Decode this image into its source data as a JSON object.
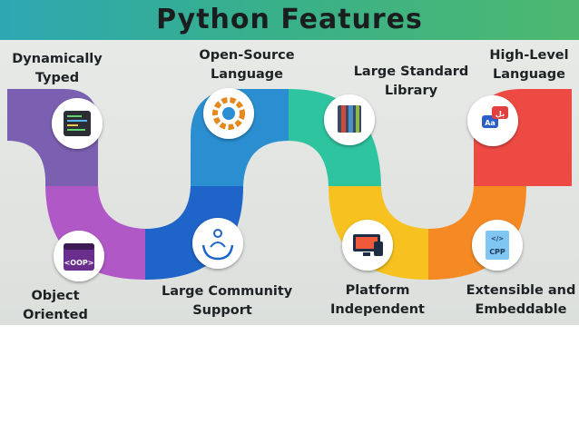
{
  "title": "Python Features",
  "features": [
    {
      "line1": "Dynamically",
      "line2": "Typed",
      "color": "#7b5fb0",
      "icon": "code-screen-icon"
    },
    {
      "line1": "Object",
      "line2": "Oriented",
      "color": "#b158c7",
      "icon": "oop-window-icon"
    },
    {
      "line1": "Open-Source",
      "line2": "Language",
      "color": "#2a8ed0",
      "icon": "gear-icon"
    },
    {
      "line1": "Large Community",
      "line2": "Support",
      "color": "#1f64c8",
      "icon": "community-hands-icon"
    },
    {
      "line1": "Large Standard",
      "line2": "Library",
      "color": "#2ec4a0",
      "icon": "books-icon"
    },
    {
      "line1": "Platform",
      "line2": "Independent",
      "color": "#f7c220",
      "icon": "devices-icon"
    },
    {
      "line1": "High-Level",
      "line2": "Language",
      "color": "#ee4a44",
      "icon": "language-chat-icon"
    },
    {
      "line1": "Extensible and",
      "line2": "Embeddable",
      "color": "#f58a25",
      "icon": "cpp-file-icon"
    }
  ],
  "icon_text": {
    "oop": "<OOP>",
    "cpp": "CPP",
    "code": "</>",
    "aa": "Aa",
    "ar": "بل"
  }
}
